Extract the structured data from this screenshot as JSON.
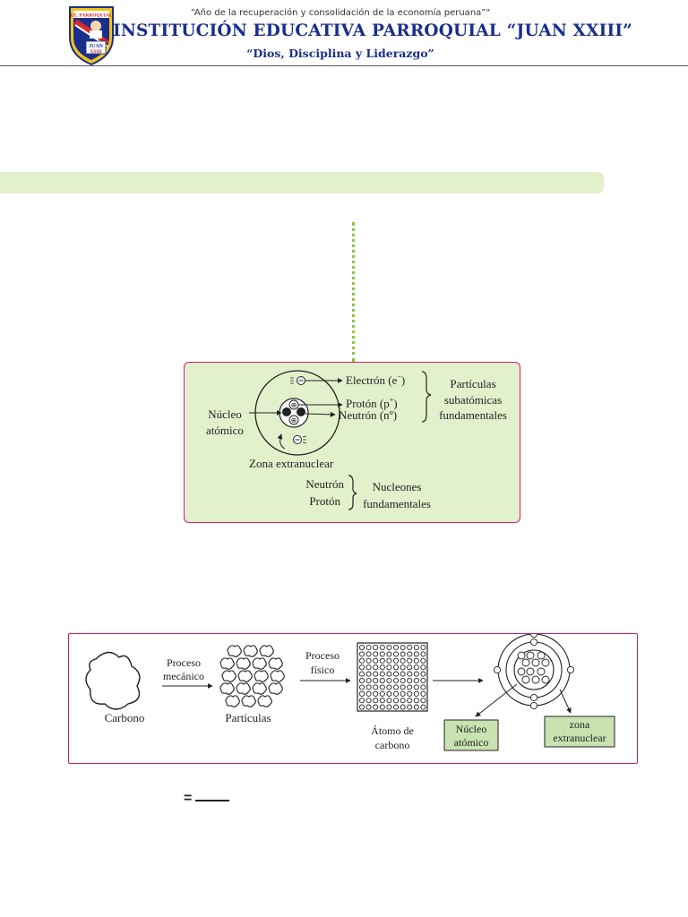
{
  "header": {
    "crest_text_top": "I.E. PARROQUIAL",
    "crest_text_juan": "JUAN",
    "crest_text_xxiii": "XXIII",
    "motto_year": "“Año de la recuperación y consolidación de la economía peruana”\"",
    "school_name": "INSTITUCIÓN EDUCATIVA PARROQUIAL “JUAN XXIII”",
    "school_motto": "“Dios, Disciplina y Liderazgo”"
  },
  "colors": {
    "header_blue": "#1a2f8c",
    "band_green": "#e3f0cc",
    "dotted_green": "#8cc63f",
    "box_border_pink": "#d6206b",
    "process_border": "#c81d5f"
  },
  "atom_diagram": {
    "electron": "Electrón (e",
    "electron_sup": "−",
    "electron_close": ")",
    "proton": "Protón (p",
    "proton_sup": "+",
    "proton_close": ")",
    "neutron": "Neutrón (nº)",
    "nucleus_line1": "Núcleo",
    "nucleus_line2": "atómico",
    "extranuclear": "Zona extranuclear",
    "subatomic_line1": "Partículas",
    "subatomic_line2": "subatómicas",
    "subatomic_line3": "fundamentales",
    "nucleon_neutron": "Neutrón",
    "nucleon_proton": "Protón",
    "nucleons_line1": "Nucleones",
    "nucleons_line2": "fundamentales"
  },
  "carbon_process": {
    "carbon_label": "Carbono",
    "step1_line1": "Proceso",
    "step1_line2": "mecánico",
    "particles_label": "Partículas",
    "step2_line1": "Proceso",
    "step2_line2": "físico",
    "atom_line1": "Átomo de",
    "atom_line2": "carbono",
    "nucleus_line1": "Núcleo",
    "nucleus_line2": "atómico",
    "zone_line1": "zona",
    "zone_line2": "extranuclear"
  },
  "formula": {
    "equals": "="
  }
}
